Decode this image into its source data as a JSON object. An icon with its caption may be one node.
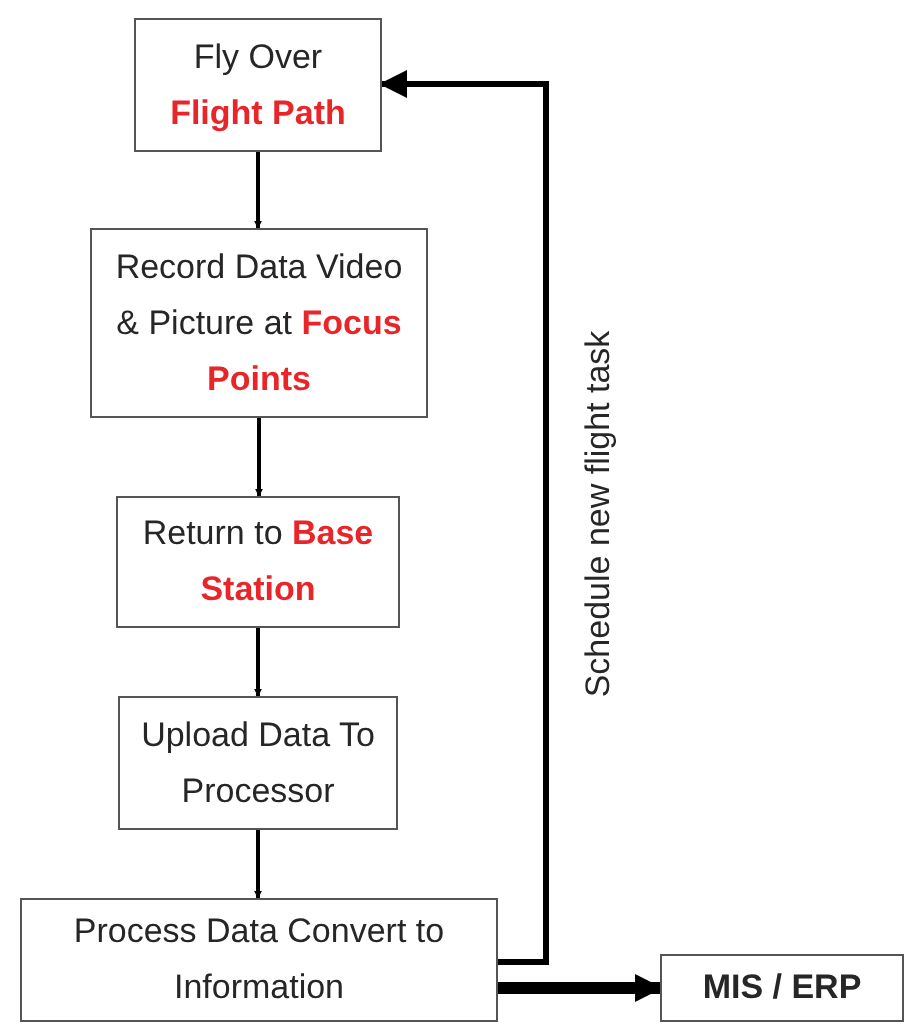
{
  "diagram": {
    "nodes": [
      {
        "text": [
          "Fly Over **Flight Path**"
        ]
      },
      {
        "text": [
          "Record Data Video & Picture at **Focus Points**"
        ]
      },
      {
        "text": [
          "Return to **Base Station**"
        ]
      },
      {
        "text": [
          "Upload Data To Processor"
        ]
      },
      {
        "text": [
          "Process Data Convert to Information"
        ]
      },
      {
        "text": [
          "MIS / ERP"
        ]
      }
    ],
    "edges": [
      {
        "from": 0,
        "to": 1,
        "arrow": "to"
      },
      {
        "from": 1,
        "to": 2,
        "arrow": "to"
      },
      {
        "from": 2,
        "to": 3,
        "arrow": "to"
      },
      {
        "from": 3,
        "to": 4,
        "arrow": "to"
      },
      {
        "from": 4,
        "to": 0,
        "arrow": "to",
        "label": "Schedule new flight task"
      },
      {
        "from": 4,
        "to": 5,
        "arrow": "to",
        "style": "thick"
      }
    ]
  }
}
